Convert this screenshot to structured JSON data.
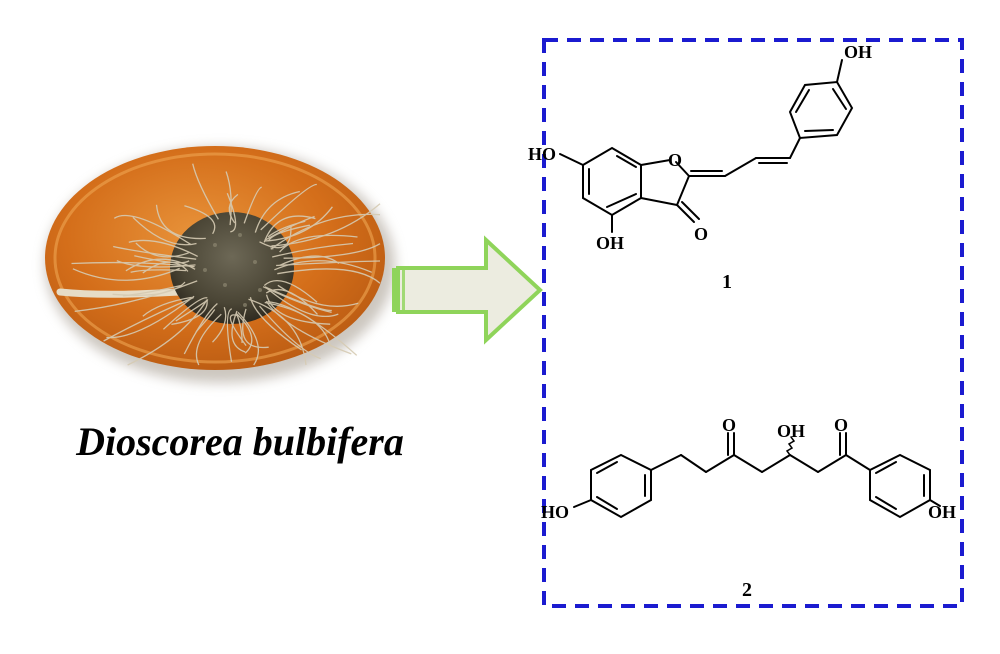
{
  "species_name": "Dioscorea bulbifera",
  "compounds": [
    {
      "number": "1",
      "labels": {
        "oh_top": "OH",
        "ho_left": "HO",
        "ring_oxygen": "O",
        "oh_bottom": "OH",
        "carbonyl_o": "O"
      }
    },
    {
      "number": "2",
      "labels": {
        "ho_left": "HO",
        "keto_o_left": "O",
        "oh_center": "OH",
        "keto_o_right": "O",
        "oh_right": "OH"
      }
    }
  ],
  "colors": {
    "box_border": "#1b1bd0",
    "arrow_fill": "#ecece0",
    "arrow_stroke": "#8fd45a",
    "plate": "#d9741f",
    "tuber": "#4e4a3a"
  },
  "icons": {
    "photo": "tuber-on-plate-photo",
    "arrow": "right-arrow-icon"
  }
}
